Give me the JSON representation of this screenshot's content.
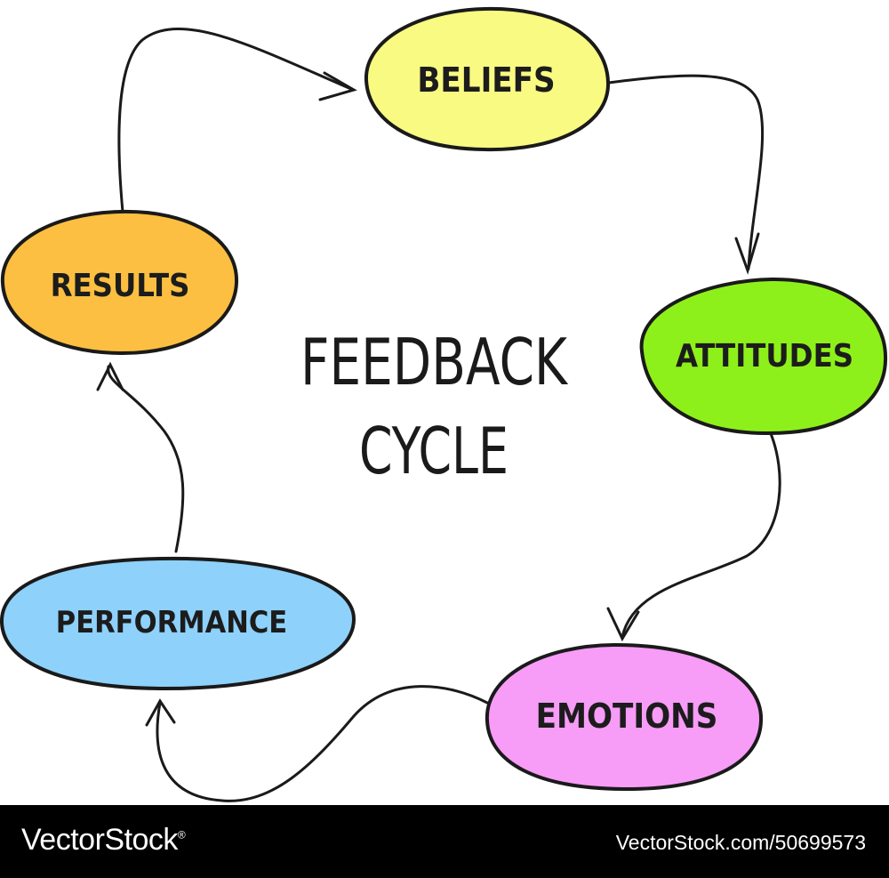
{
  "title": {
    "line1": "FEEDBACK",
    "line2": "CYCLE"
  },
  "nodes": {
    "beliefs": {
      "label": "BELIEFS",
      "color": "#f8fa82"
    },
    "attitudes": {
      "label": "ATTITUDES",
      "color": "#8ef01a"
    },
    "emotions": {
      "label": "EMOTIONS",
      "color": "#f79cf7"
    },
    "performance": {
      "label": "PERFORMANCE",
      "color": "#8ed1fa"
    },
    "results": {
      "label": "RESULTS",
      "color": "#fcbf41"
    }
  },
  "footer": {
    "brand": "VectorStock",
    "brand_mark": "®",
    "image_ref": "VectorStock.com/50699573"
  }
}
